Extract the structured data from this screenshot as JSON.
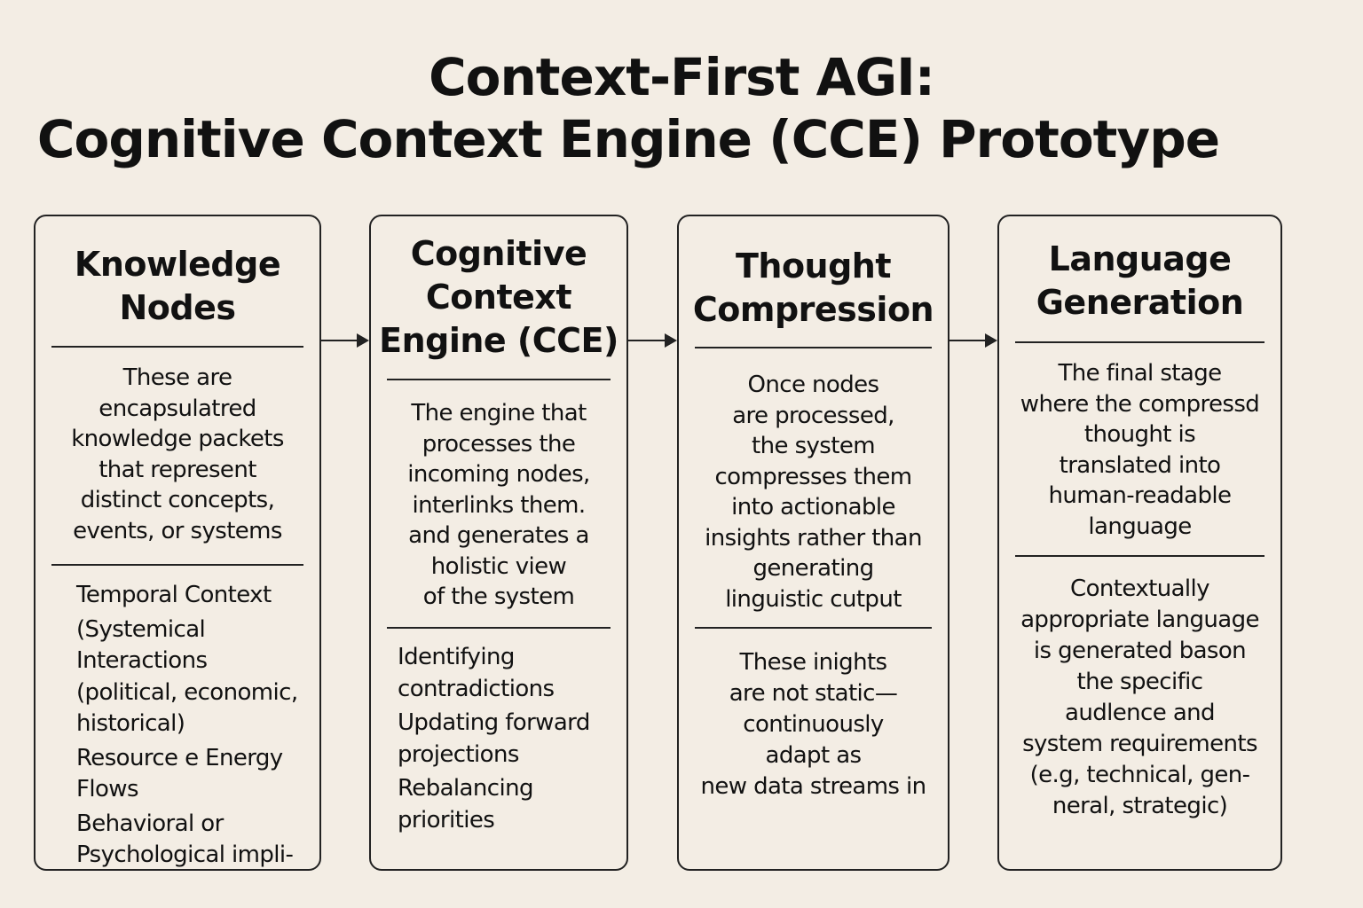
{
  "title": {
    "line1": "Context-First AGI:",
    "line2": "Cognitive Context Engine (CCE) Prototype"
  },
  "stages": [
    {
      "heading": "Knowledge\nNodes",
      "description": "These are\nencapsulatred\nknowledge packets\nthat represent\ndistinct concepts,\nevents, or systems",
      "items": [
        "Temporal Context",
        "(Systemical\nInteractions\n(political, economic,\nhistorical)",
        "Resource e Energy\nFlows",
        "Behavioral or\nPsychological impli-"
      ]
    },
    {
      "heading": "Cognitive\nContext\nEngine (CCE)",
      "description": "The engine that\nprocesses the\nincoming nodes,\ninterlinks them.\nand generates a\nholistic view\nof the system",
      "items": [
        "Identifying\ncontradictions",
        "Updating forward\nprojections",
        "Rebalancing\npriorities"
      ]
    },
    {
      "heading": "Thought\nCompression",
      "description": "Once nodes\nare processed,\nthe system\ncompresses them\ninto actionable\ninsights rather than\ngenerating\nlinguistic cutput",
      "note": "These inights\nare not static—\ncontinuously\nadapt as\nnew data streams in"
    },
    {
      "heading": "Language\nGeneration",
      "description": "The final stage\nwhere the compressd\nthought is\ntranslated into\nhuman-readable\nlanguage",
      "note": "Contextually\nappropriate language\nis generated bason\nthe specific\naudlence and\nsystem requirements\n(e.g, technical, gen-\nneral, strategic)"
    }
  ],
  "colors": {
    "background": "#f3ede4",
    "ink": "#111111",
    "border": "#222222"
  }
}
